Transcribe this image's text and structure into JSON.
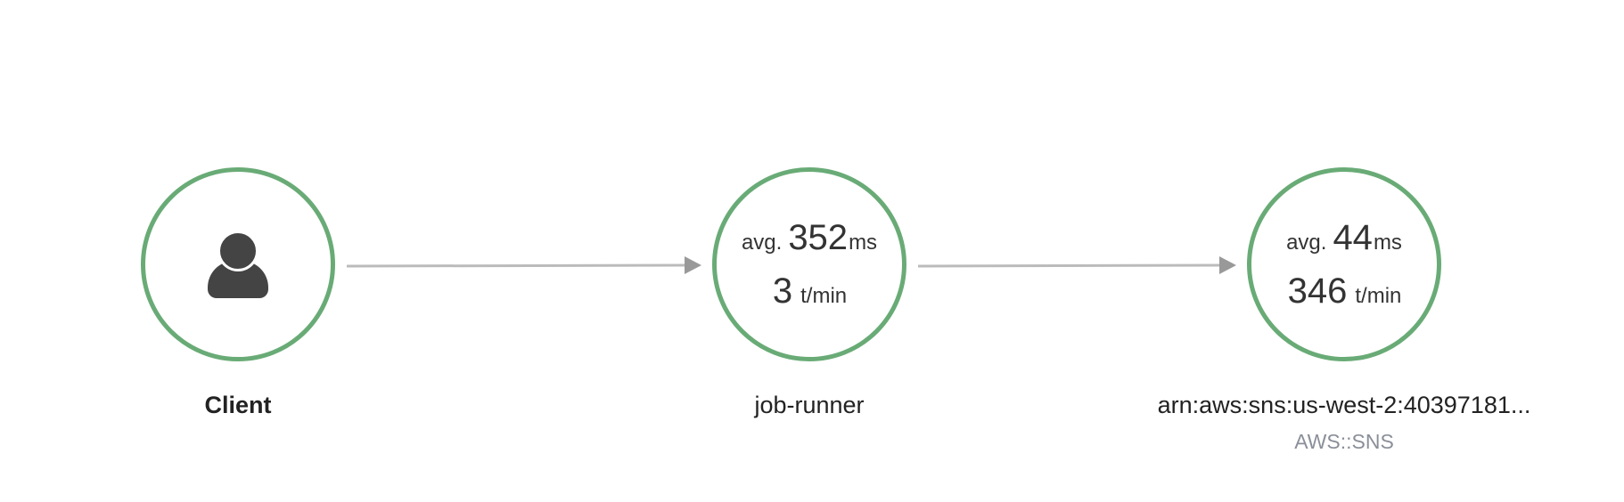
{
  "colors": {
    "node_border": "#69ab76",
    "edge": "#bbbbbb",
    "arrowhead": "#999999",
    "icon": "#444444",
    "sublabel": "#8a8f99"
  },
  "nodes": {
    "client": {
      "icon": "person-icon",
      "label": "Client"
    },
    "job_runner": {
      "avg_prefix": "avg.",
      "avg_value": "352",
      "avg_unit": "ms",
      "rate_value": "3",
      "rate_unit": "t/min",
      "label": "job-runner"
    },
    "sns": {
      "avg_prefix": "avg.",
      "avg_value": "44",
      "avg_unit": "ms",
      "rate_value": "346",
      "rate_unit": "t/min",
      "label": "arn:aws:sns:us-west-2:40397181...",
      "type": "AWS::SNS"
    }
  },
  "edges": [
    {
      "from": "client",
      "to": "job_runner"
    },
    {
      "from": "job_runner",
      "to": "sns"
    }
  ]
}
